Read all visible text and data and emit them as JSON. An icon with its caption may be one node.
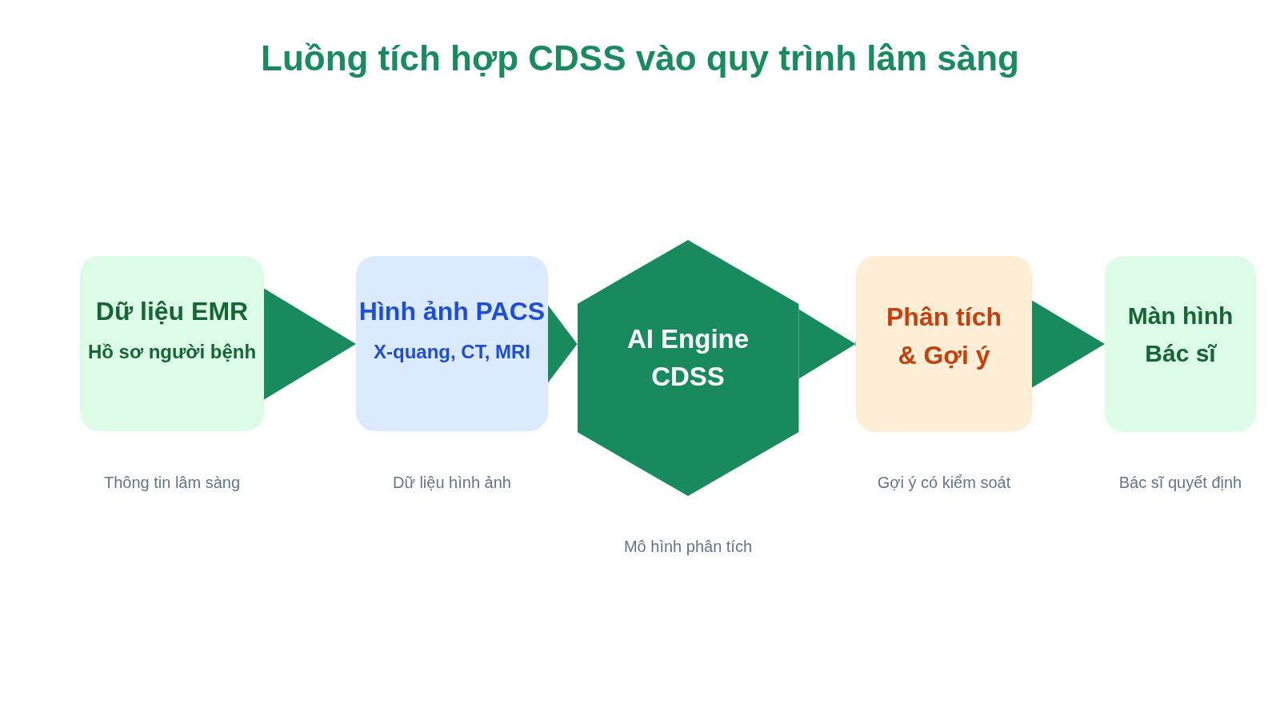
{
  "diagram": {
    "title": "Luồng tích hợp CDSS vào quy trình lâm sàng",
    "nodes": [
      {
        "text": [
          "Dữ liệu EMR",
          "Hồ sơ người bệnh"
        ],
        "beside": [
          "Thông tin lâm sàng"
        ]
      },
      {
        "text": [
          "Hình ảnh PACS",
          "X-quang, CT, MRI"
        ],
        "beside": [
          "Dữ liệu hình ảnh"
        ]
      },
      {
        "text": [
          "AI Engine CDSS"
        ],
        "beside": [
          "Mô hình phân tích"
        ]
      },
      {
        "text": [
          "Phân tích & Gợi ý"
        ],
        "beside": [
          "Gợi ý có kiểm soát"
        ]
      },
      {
        "text": [
          "Màn hình Bác sĩ"
        ],
        "beside": [
          "Bác sĩ quyết định"
        ]
      }
    ],
    "edges": [
      {
        "from": 0,
        "to": 1,
        "arrow": "to"
      },
      {
        "from": 1,
        "to": 2,
        "arrow": "to"
      },
      {
        "from": 2,
        "to": 3,
        "arrow": "to"
      },
      {
        "from": 3,
        "to": 4,
        "arrow": "to"
      }
    ]
  }
}
